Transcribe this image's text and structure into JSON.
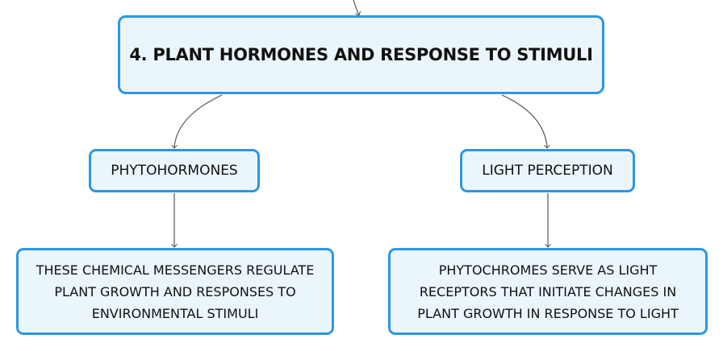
{
  "diagram": {
    "main_topic": "4. PLANT HORMONES AND RESPONSE TO STIMULI",
    "branches": [
      {
        "title": "PHYTOHORMONES",
        "detail": "THESE CHEMICAL MESSENGERS REGULATE PLANT GROWTH AND RESPONSES TO ENVIRONMENTAL STIMULI"
      },
      {
        "title": "LIGHT PERCEPTION",
        "detail": "PHYTOCHROMES SERVE AS LIGHT RECEPTORS THAT INITIATE CHANGES IN PLANT GROWTH IN RESPONSE TO LIGHT"
      }
    ]
  },
  "colors": {
    "node_border": "#2d97e3",
    "node_fill": "#ebf5fc",
    "connector": "#555555"
  }
}
